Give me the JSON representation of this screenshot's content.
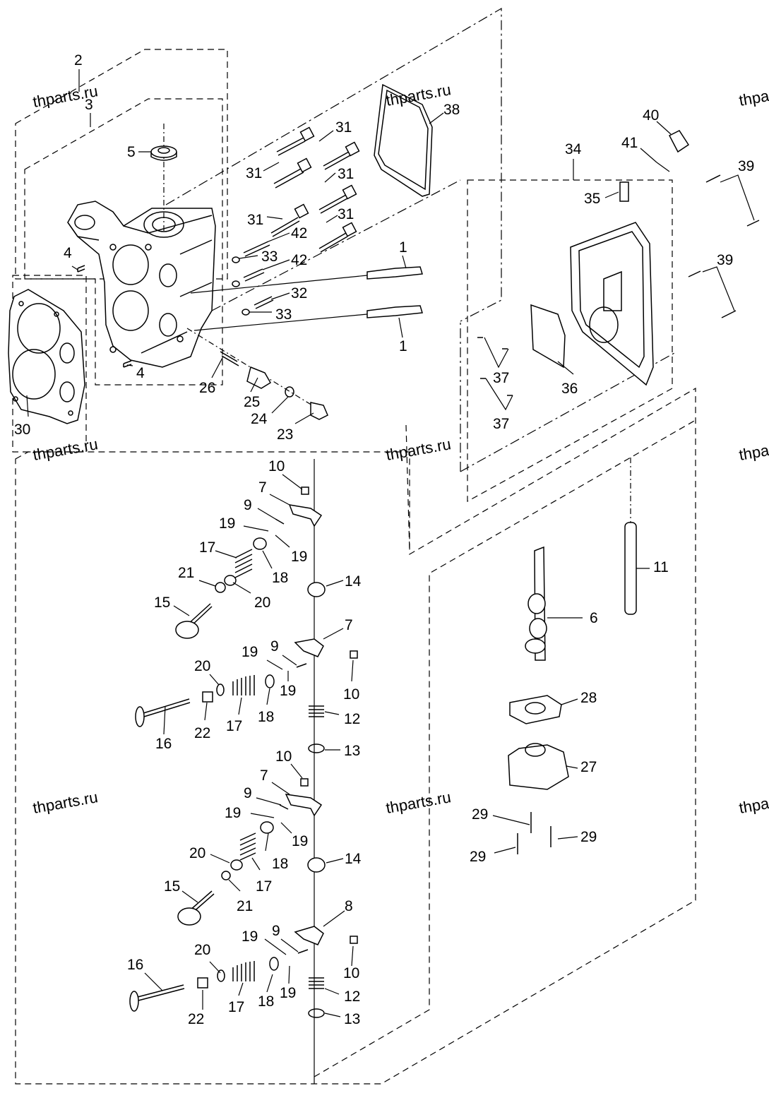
{
  "watermark": "thparts.ru",
  "labels": {
    "p1a": "1",
    "p1b": "1",
    "p2": "2",
    "p3": "3",
    "p4a": "4",
    "p4b": "4",
    "p5": "5",
    "p6": "6",
    "p7a": "7",
    "p7b": "7",
    "p7c": "7",
    "p8": "8",
    "p9a": "9",
    "p9b": "9",
    "p9c": "9",
    "p9d": "9",
    "p10a": "10",
    "p10b": "10",
    "p10c": "10",
    "p10d": "10",
    "p11": "11",
    "p12a": "12",
    "p12b": "12",
    "p13a": "13",
    "p13b": "13",
    "p14a": "14",
    "p14b": "14",
    "p15a": "15",
    "p15b": "15",
    "p16a": "16",
    "p16b": "16",
    "p17a": "17",
    "p17b": "17",
    "p17c": "17",
    "p17d": "17",
    "p18a": "18",
    "p18b": "18",
    "p18c": "18",
    "p18d": "18",
    "p19a": "19",
    "p19b": "19",
    "p19c": "19",
    "p19d": "19",
    "p19e": "19",
    "p19f": "19",
    "p19g": "19",
    "p19h": "19",
    "p20a": "20",
    "p20b": "20",
    "p20c": "20",
    "p20d": "20",
    "p21a": "21",
    "p21b": "21",
    "p22a": "22",
    "p22b": "22",
    "p23": "23",
    "p24": "24",
    "p25": "25",
    "p26": "26",
    "p27": "27",
    "p28": "28",
    "p29a": "29",
    "p29b": "29",
    "p29c": "29",
    "p30": "30",
    "p31a": "31",
    "p31b": "31",
    "p31c": "31",
    "p31d": "31",
    "p31e": "31",
    "p32": "32",
    "p33a": "33",
    "p33b": "33",
    "p34": "34",
    "p35": "35",
    "p36": "36",
    "p37a": "37",
    "p37b": "37",
    "p38": "38",
    "p39a": "39",
    "p39b": "39",
    "p40": "40",
    "p41": "41",
    "p42a": "42",
    "p42b": "42"
  }
}
